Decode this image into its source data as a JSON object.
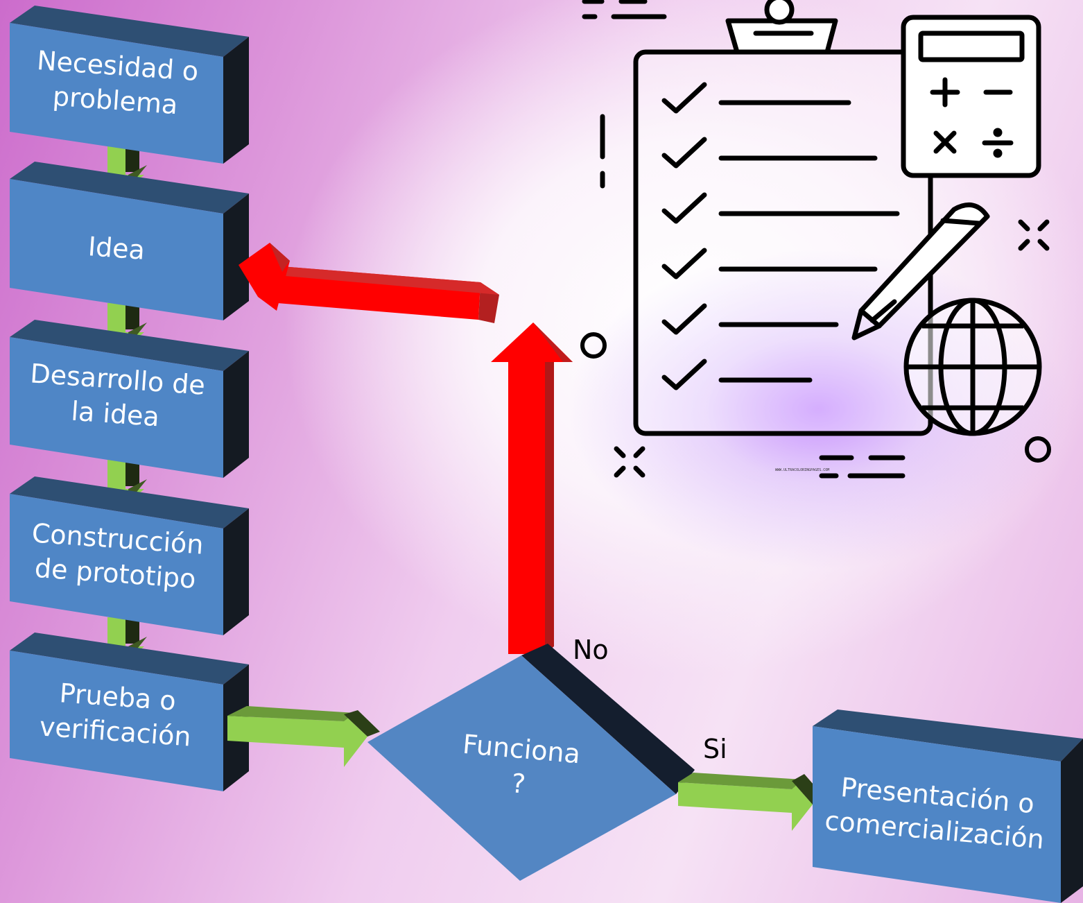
{
  "steps": {
    "necesidad": "Necesidad o\nproblema",
    "idea": "Idea",
    "desarrollo": "Desarrollo de\nla idea",
    "construccion": "Construcción\nde prototipo",
    "prueba": "Prueba o\nverificación",
    "funciona": "Funciona\n?",
    "presentacion": "Presentación o\ncomercialización"
  },
  "branches": {
    "no": "No",
    "si": "Si"
  },
  "illustration": {
    "icons": [
      "clipboard-checklist-icon",
      "calculator-icon",
      "pencil-icon",
      "globe-icon"
    ],
    "calculator_symbols": [
      "+",
      "−",
      "×",
      "÷"
    ],
    "watermark": "WWW.ULTRACOLORINGPAGES.COM"
  },
  "colors": {
    "box_face": "#4f86c6",
    "box_top": "#2e4f73",
    "box_side": "#141a22",
    "flow_arrow": "#92d050",
    "loop_arrow": "#ff0000"
  }
}
